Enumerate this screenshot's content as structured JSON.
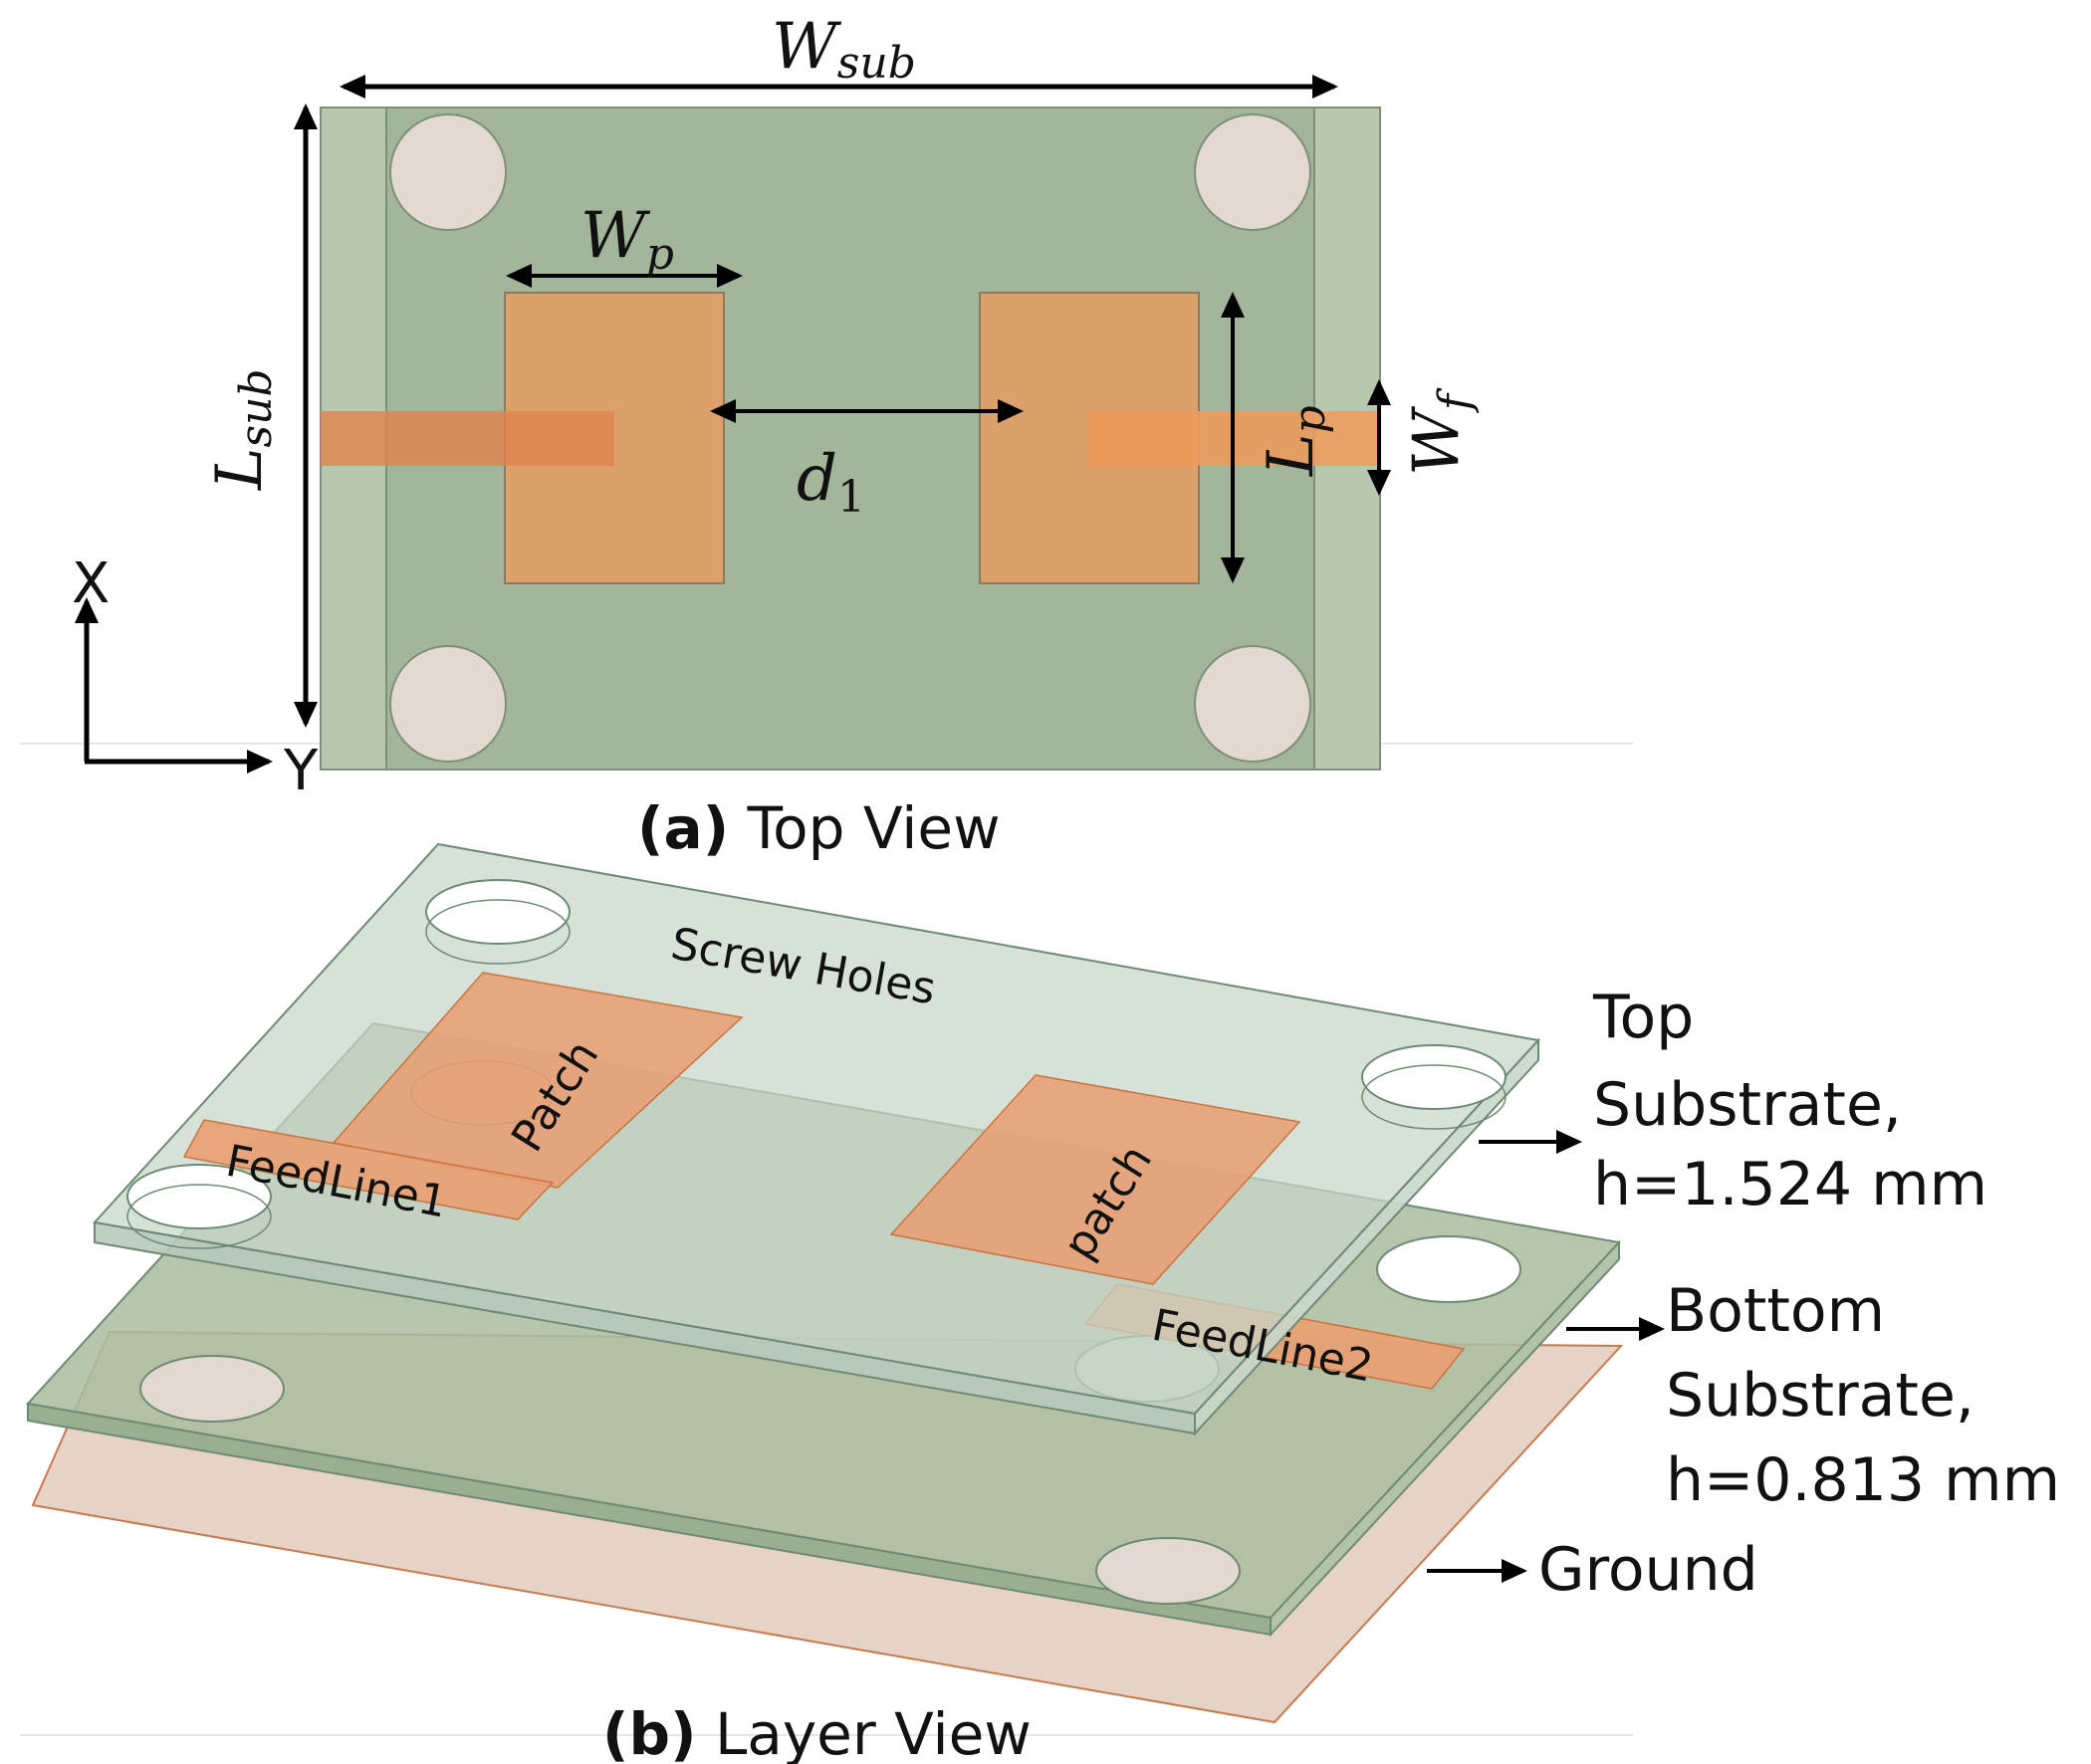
{
  "top_view": {
    "dims": {
      "w_sub": {
        "main": "W",
        "sub": "sub"
      },
      "l_sub": {
        "main": "L",
        "sub": "sub"
      },
      "w_p": {
        "main": "W",
        "sub": "p"
      },
      "l_p": {
        "main": "L",
        "sub": "p"
      },
      "w_f": {
        "main": "W",
        "sub": "f"
      },
      "d1": {
        "main": "d",
        "sub": "1"
      }
    },
    "axes": {
      "x": "X",
      "y": "Y"
    },
    "caption": {
      "tag": "(a)",
      "text": " Top View"
    }
  },
  "layer_view": {
    "labels": {
      "screw_holes": "Screw Holes",
      "patch1": "Patch",
      "patch2": "patch",
      "feedline1": "FeedLine1",
      "feedline2": "FeedLine2"
    },
    "callouts": {
      "top": [
        "Top",
        "Substrate,",
        "h=1.524 mm"
      ],
      "bottom": [
        "Bottom",
        "Substrate,",
        "h=0.813 mm"
      ],
      "ground": "Ground"
    },
    "caption": {
      "tag": "(b)",
      "text": " Layer View"
    }
  },
  "colors": {
    "substrate": "#a3b59a",
    "substrate_edge": "#b8c7b0",
    "hole": "#e2d9d0",
    "patch": "#dca06a",
    "feed": "#e08a55",
    "top_sub_3d": "#c6d6c8",
    "bot_sub_3d": "#a9bc9e",
    "ground": "#e6d3c6",
    "patch_3d": "#ea9e72"
  }
}
